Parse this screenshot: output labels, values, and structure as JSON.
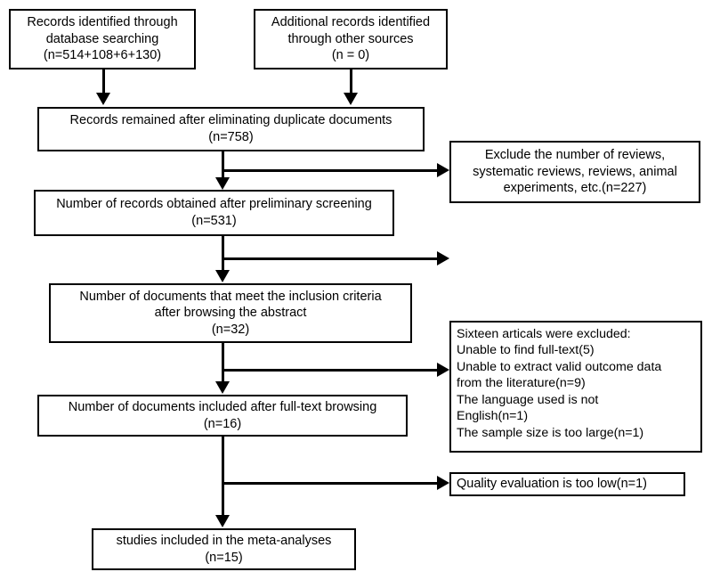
{
  "diagram": {
    "type": "prisma-flow-chart",
    "title": "PRISMA study selection flow diagram",
    "colors": {
      "stroke": "#000000",
      "fill": "#ffffff",
      "text": "#000000"
    },
    "nodes": [
      {
        "id": "records-database-search",
        "text": "Records identified through\ndatabase searching\n(n=514+108+6+130)",
        "align": "center",
        "n": "514+108+6+130"
      },
      {
        "id": "records-other-sources",
        "text": "Additional records identified\nthrough other sources\n(n = 0)",
        "align": "center",
        "n": "0"
      },
      {
        "id": "records-after-duplicates",
        "text": "Records remained after eliminating duplicate documents\n(n=758)",
        "align": "center",
        "n": "758"
      },
      {
        "id": "exclude-reviews",
        "text": "Exclude the number of reviews,\nsystematic reviews, reviews, animal\nexperiments, etc.(n=227)",
        "align": "center",
        "n": "227"
      },
      {
        "id": "records-preliminary-screening",
        "text": "Number of records obtained after preliminary screening\n(n=531)",
        "align": "center",
        "n": "531"
      },
      {
        "id": "documents-inclusion-criteria",
        "text": "Number of documents that meet the inclusion criteria\nafter browsing the abstract\n(n=32)",
        "align": "center",
        "n": "32"
      },
      {
        "id": "sixteen-articles-excluded",
        "text": "Sixteen articals were excluded:\nUnable to find full-text(5)\nUnable to extract valid outcome data\nfrom the literature(n=9)\nThe language used is not\nEnglish(n=1)\nThe sample size is too large(n=1)",
        "align": "left",
        "n": "16"
      },
      {
        "id": "documents-after-fulltext",
        "text": "Number of documents included after full-text browsing\n(n=16)",
        "align": "center",
        "n": "16"
      },
      {
        "id": "quality-evaluation-too-low",
        "text": "Quality evaluation is too low(n=1)",
        "align": "left",
        "n": "1"
      },
      {
        "id": "studies-in-meta-analyses",
        "text": "studies included in the meta-analyses\n(n=15)",
        "align": "center",
        "n": "15"
      }
    ],
    "connectors": [
      {
        "id": "arrow-db-to-dedup",
        "kind": "down"
      },
      {
        "id": "arrow-other-to-dedup",
        "kind": "down"
      },
      {
        "id": "arrow-dedup-to-screening",
        "kind": "down"
      },
      {
        "id": "arrow-dedup-to-exclude-reviews",
        "kind": "right"
      },
      {
        "id": "arrow-screening-to-inclusion",
        "kind": "down"
      },
      {
        "id": "arrow-screening-branch-orphan",
        "kind": "right"
      },
      {
        "id": "arrow-inclusion-to-fulltext",
        "kind": "down"
      },
      {
        "id": "arrow-inclusion-to-sixteen-excluded",
        "kind": "right"
      },
      {
        "id": "arrow-fulltext-to-meta",
        "kind": "down"
      },
      {
        "id": "arrow-fulltext-to-quality-low",
        "kind": "right"
      }
    ]
  }
}
